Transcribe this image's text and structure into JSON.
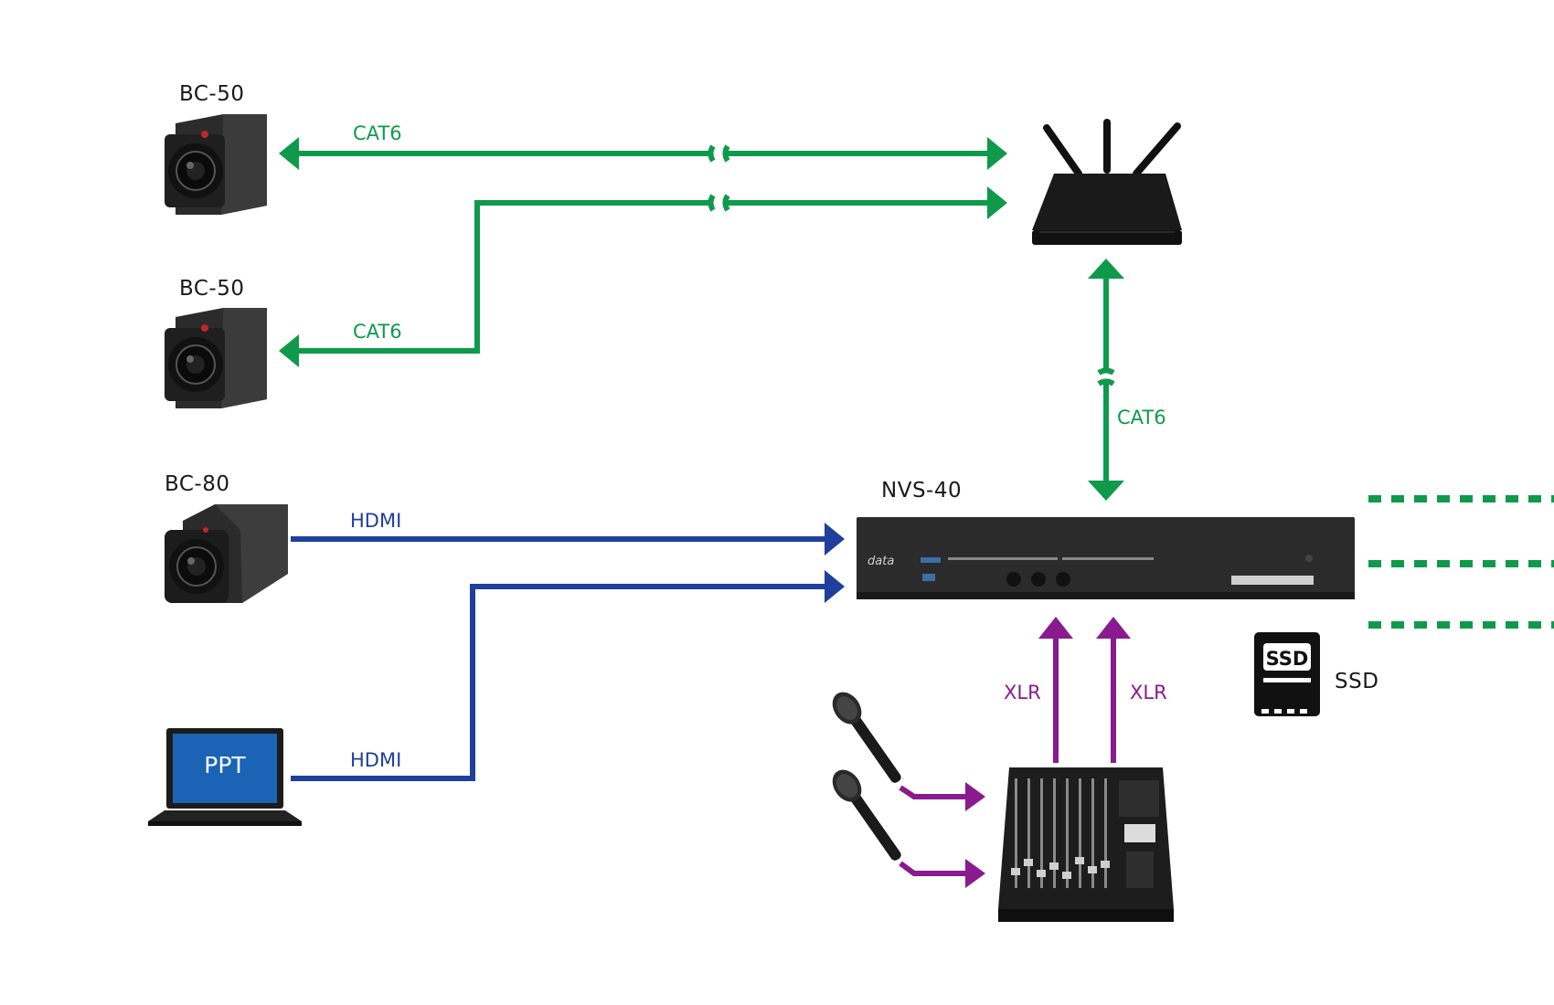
{
  "devices": {
    "camera_top": "BC-50",
    "camera_mid": "BC-50",
    "camera_bottom": "BC-80",
    "laptop_screen": "PPT",
    "switcher": "NVS-40",
    "ssd_icon": "SSD",
    "ssd_label": "SSD"
  },
  "cables": {
    "cam_top": "CAT6",
    "cam_mid": "CAT6",
    "router_switcher": "CAT6",
    "cam_bottom": "HDMI",
    "laptop": "HDMI",
    "mixer_left": "XLR",
    "mixer_right": "XLR"
  },
  "colors": {
    "network": "#0f9a4b",
    "video": "#1e3f9c",
    "audio": "#8a1a8f"
  }
}
